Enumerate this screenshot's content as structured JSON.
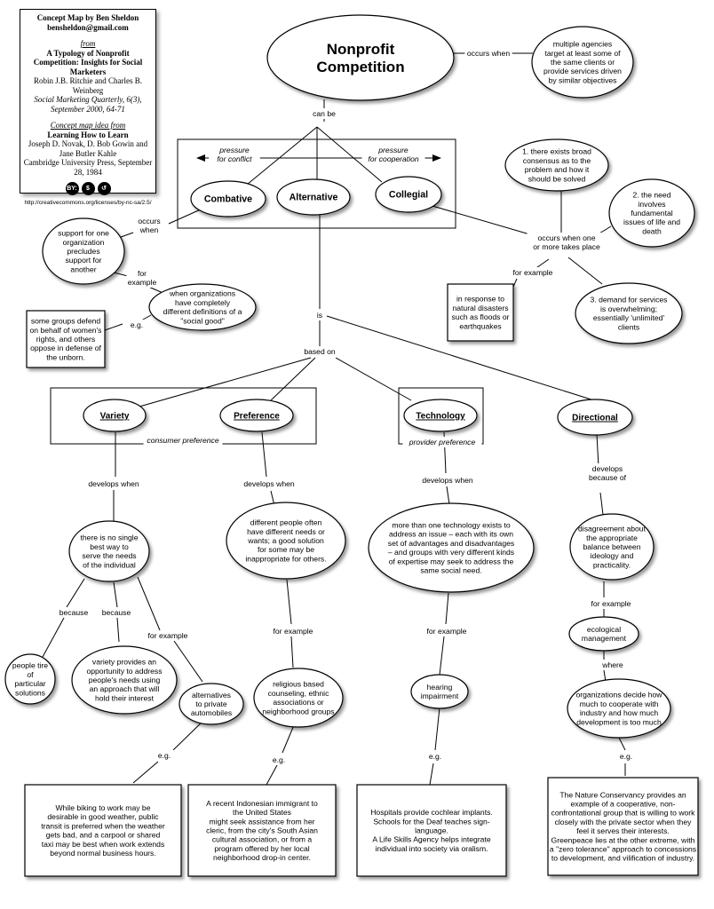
{
  "credits": {
    "author": "Concept Map by Ben Sheldon",
    "email": "bensheldon@gmail.com",
    "from_label": "from",
    "source_title": "A Typology of Nonprofit Competition: Insights for Social Marketers",
    "source_authors": "Robin J.B. Ritchie and Charles B. Weinberg",
    "source_journal": "Social Marketing Quarterly, 6(3), September 2000, 64-71",
    "idea_label": "Concept map idea from",
    "idea_title": "Learning How to Learn",
    "idea_authors": "Joseph D. Novak, D. Bob Gowin and Jane Butler Kahle",
    "idea_publisher": "Cambridge University Press, September 28, 1984",
    "badges": [
      "BY:",
      "$",
      "↺"
    ],
    "license_url": "http://creativecommons.org/licenses/by-nc-sa/2.5/"
  },
  "nodes": [
    {
      "id": "nonprofit-competition",
      "lines": [
        "Nonprofit",
        "Competition"
      ]
    },
    {
      "id": "agencies-target",
      "lines": [
        "multiple agencies",
        "target at least some of",
        "the same clients or",
        "provide services driven",
        "by similar objectives"
      ]
    },
    {
      "id": "combative",
      "lines": [
        "Combative"
      ]
    },
    {
      "id": "alternative",
      "lines": [
        "Alternative"
      ]
    },
    {
      "id": "collegial",
      "lines": [
        "Collegial"
      ]
    },
    {
      "id": "support-precludes",
      "lines": [
        "support for one",
        "organization",
        "precludes",
        "support for",
        "another"
      ]
    },
    {
      "id": "social-good",
      "lines": [
        "when organizations",
        "have completely",
        "different definitions of a",
        "\"social good\""
      ]
    },
    {
      "id": "broad-consensus",
      "lines": [
        "1. there exists broad",
        "consensus as to the",
        "problem and how it",
        "should be solved"
      ]
    },
    {
      "id": "fundamental-issues",
      "lines": [
        "2. the need",
        "involves",
        "fundamental",
        "issues of life and",
        "death"
      ]
    },
    {
      "id": "overwhelming-demand",
      "lines": [
        "3. demand for services",
        "is overwhelming;",
        "essentially 'unlimited'",
        "clients"
      ]
    },
    {
      "id": "variety",
      "lines": [
        "Variety"
      ]
    },
    {
      "id": "preference",
      "lines": [
        "Preference"
      ]
    },
    {
      "id": "technology",
      "lines": [
        "Technology"
      ]
    },
    {
      "id": "directional",
      "lines": [
        "Directional"
      ]
    },
    {
      "id": "no-single-way",
      "lines": [
        "there is no single",
        "best way to",
        "serve the needs",
        "of the individual"
      ]
    },
    {
      "id": "different-needs",
      "lines": [
        "different people often",
        "have different needs or",
        "wants; a good solution",
        "for some may be",
        "inappropriate for others."
      ]
    },
    {
      "id": "more-than-one-tech",
      "lines": [
        "more than one technology exists to",
        "address an issue – each with its own",
        "set of advantages and disadvantages",
        "– and groups with very different kinds",
        "of expertise may seek to address the",
        "same social need."
      ]
    },
    {
      "id": "ideology-disagreement",
      "lines": [
        "disagreement about",
        "the appropriate",
        "balance between",
        "ideology and",
        "practicality."
      ]
    },
    {
      "id": "people-tire",
      "lines": [
        "people tire",
        "of",
        "particular",
        "solutions"
      ]
    },
    {
      "id": "variety-opportunity",
      "lines": [
        "variety provides an",
        "opportunity to address",
        "people's needs using",
        "an approach that will",
        "hold their interest"
      ]
    },
    {
      "id": "private-automobiles",
      "lines": [
        "alternatives",
        "to private",
        "automobiles"
      ]
    },
    {
      "id": "religious-counseling",
      "lines": [
        "religious based",
        "counseling, ethnic",
        "associations or",
        "neighborhood groups"
      ]
    },
    {
      "id": "hearing-impairment",
      "lines": [
        "hearing",
        "impairment"
      ]
    },
    {
      "id": "ecological-management",
      "lines": [
        "ecological",
        "management"
      ]
    },
    {
      "id": "cooperate-industry",
      "lines": [
        "organizations decide how",
        "much to cooperate with",
        "industry and how much",
        "development is too much"
      ]
    }
  ],
  "boxes": [
    {
      "id": "natural-disasters",
      "lines": [
        "in response to",
        "natural disasters",
        "such as floods or",
        "earthquakes"
      ]
    },
    {
      "id": "womens-rights",
      "lines": [
        "some groups defend",
        "on behalf of women's",
        "rights, and others",
        "oppose in defense of",
        "the unborn."
      ]
    },
    {
      "id": "biking-example",
      "lines": [
        "While biking to work may be",
        "desirable in good weather, public",
        "transit is preferred when the weather",
        "gets bad, and a carpool or shared",
        "taxi may be best when work extends",
        "beyond normal business hours."
      ]
    },
    {
      "id": "immigrant-example",
      "lines": [
        "A recent Indonesian immigrant to",
        "the United States",
        "might seek assistance from her",
        "cleric, from the city's South Asian",
        "cultural association, or from a",
        "program offered by her local",
        "neighborhood drop-in center."
      ]
    },
    {
      "id": "cochlear-example",
      "lines": [
        "Hospitals provide cochlear implants.",
        "Schools for the Deaf teaches sign-",
        "language.",
        "A Life Skills Agency helps integrate",
        "individual into society via oralism."
      ]
    },
    {
      "id": "nature-conservancy-example",
      "lines": [
        "The Nature Conservancy provides an",
        "example of a cooperative, non-",
        "confrontational group that is willing to work",
        "closely with the private sector when they",
        "feel it serves their interests.",
        "Greenpeace lies at the other extreme, with",
        "a \"zero tolerance\" approach to concessions",
        "to development, and vilification of industry."
      ]
    }
  ],
  "links": [
    {
      "id": "occurs-when-top",
      "text": "occurs when"
    },
    {
      "id": "can-be",
      "text": "can be"
    },
    {
      "id": "pressure-conflict",
      "lines": [
        "pressure",
        "for conflict"
      ]
    },
    {
      "id": "pressure-cooperation",
      "lines": [
        "pressure",
        "for cooperation"
      ]
    },
    {
      "id": "occurs-when-combative",
      "lines": [
        "occurs",
        "when"
      ]
    },
    {
      "id": "for-example-combative",
      "lines": [
        "for",
        "example"
      ]
    },
    {
      "id": "eg-social-good",
      "text": "e.g."
    },
    {
      "id": "occurs-one-or-more",
      "lines": [
        "occurs when one",
        "or more takes place"
      ]
    },
    {
      "id": "for-example-collegial",
      "text": "for example"
    },
    {
      "id": "is",
      "text": "is"
    },
    {
      "id": "based-on",
      "text": "based on"
    },
    {
      "id": "consumer-preference",
      "text": "consumer preference"
    },
    {
      "id": "provider-preference",
      "text": "provider preference"
    },
    {
      "id": "develops-when-variety",
      "text": "develops when"
    },
    {
      "id": "develops-when-preference",
      "text": "develops when"
    },
    {
      "id": "develops-when-technology",
      "text": "develops when"
    },
    {
      "id": "develops-because-of",
      "lines": [
        "develops",
        "because of"
      ]
    },
    {
      "id": "because-1",
      "text": "because"
    },
    {
      "id": "because-2",
      "text": "because"
    },
    {
      "id": "for-example-variety",
      "text": "for example"
    },
    {
      "id": "for-example-preference",
      "text": "for example"
    },
    {
      "id": "for-example-technology",
      "text": "for example"
    },
    {
      "id": "for-example-directional",
      "text": "for example"
    },
    {
      "id": "where",
      "text": "where"
    },
    {
      "id": "eg-variety",
      "text": "e.g."
    },
    {
      "id": "eg-preference",
      "text": "e.g."
    },
    {
      "id": "eg-technology",
      "text": "e.g."
    },
    {
      "id": "eg-directional",
      "text": "e.g."
    }
  ]
}
